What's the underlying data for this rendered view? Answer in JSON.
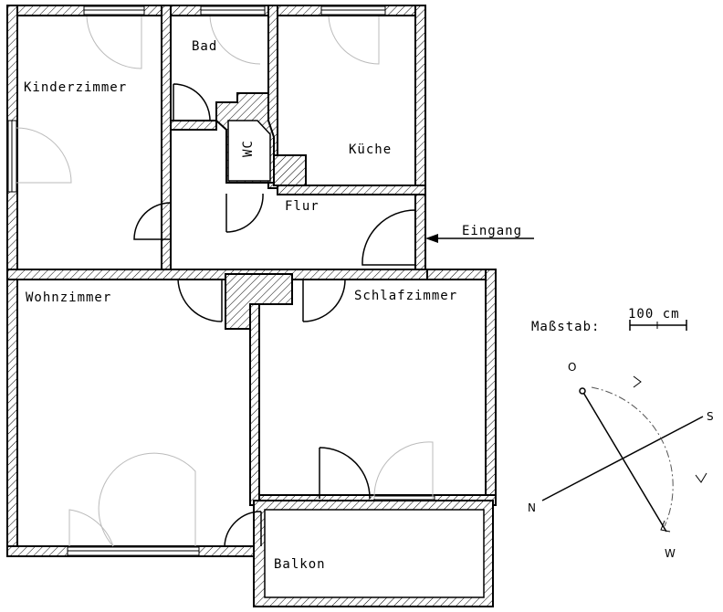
{
  "rooms": {
    "kinderzimmer": "Kinderzimmer",
    "bad": "Bad",
    "kueche": "Küche",
    "wc": "WC",
    "flur": "Flur",
    "eingang": "Eingang",
    "wohnzimmer": "Wohnzimmer",
    "schlafzimmer": "Schlafzimmer",
    "balkon": "Balkon"
  },
  "scale": {
    "label": "Maßstab:",
    "value": "100 cm"
  },
  "compass": {
    "o": "O",
    "s": "S",
    "n": "N",
    "w": "W"
  }
}
